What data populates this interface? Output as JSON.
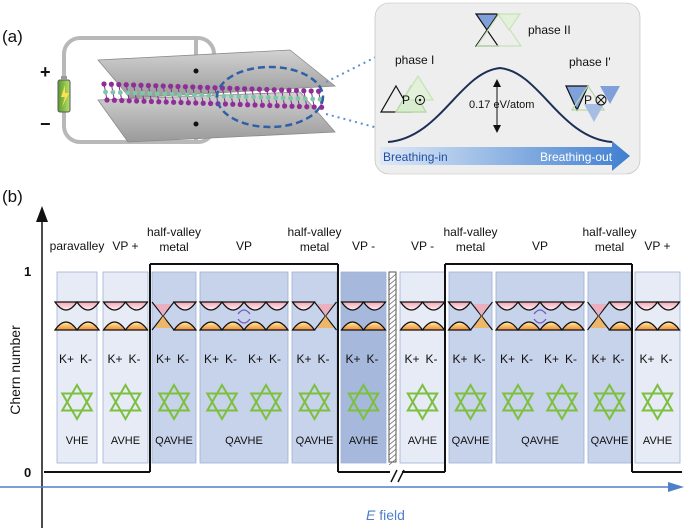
{
  "panel_a": {
    "label": "(a)",
    "plus_sign": "+",
    "minus_sign": "−",
    "inset": {
      "phase1": "phase I",
      "phase2": "phase II",
      "phase1p": "phase I'",
      "barrier": "0.17 eV/atom",
      "p_label": "P",
      "arrow_left": "Breathing-in",
      "arrow_right": "Breathing-out"
    }
  },
  "panel_b": {
    "label": "(b)",
    "ylabel": "Chern number",
    "ytick_1": "1",
    "ytick_0": "0",
    "xlabel": "E field",
    "kpoints": {
      "kplus": "K+",
      "kminus": "K-"
    },
    "boxes": [
      {
        "top": "paravalley",
        "bottom": "VHE",
        "pairs": 1,
        "chern": 0
      },
      {
        "top": "VP +",
        "bottom": "AVHE",
        "pairs": 1,
        "chern": 0
      },
      {
        "top": "half-valley\nmetal",
        "bottom": "QAVHE",
        "pairs": 1,
        "chern": 1
      },
      {
        "top": "VP",
        "bottom": "QAVHE",
        "pairs": 2,
        "chern": 1
      },
      {
        "top": "half-valley\nmetal",
        "bottom": "QAVHE",
        "pairs": 1,
        "chern": 1
      },
      {
        "top": "VP -",
        "bottom": "AVHE",
        "pairs": 1,
        "chern": 0
      },
      {
        "top": "VP -",
        "bottom": "AVHE",
        "pairs": 1,
        "chern": 0
      },
      {
        "top": "half-valley\nmetal",
        "bottom": "QAVHE",
        "pairs": 1,
        "chern": 1
      },
      {
        "top": "VP",
        "bottom": "QAVHE",
        "pairs": 2,
        "chern": 1
      },
      {
        "top": "half-valley\nmetal",
        "bottom": "QAVHE",
        "pairs": 1,
        "chern": 1
      },
      {
        "top": "VP +",
        "bottom": "AVHE",
        "pairs": 1,
        "chern": 0
      }
    ],
    "colors": {
      "box_light": "#e6ebf6",
      "box_mid": "#c7d3ea",
      "box_dark": "#a6b8dc",
      "kagome": "#7dbf3f",
      "axis_blue": "#4f7fc8"
    }
  }
}
